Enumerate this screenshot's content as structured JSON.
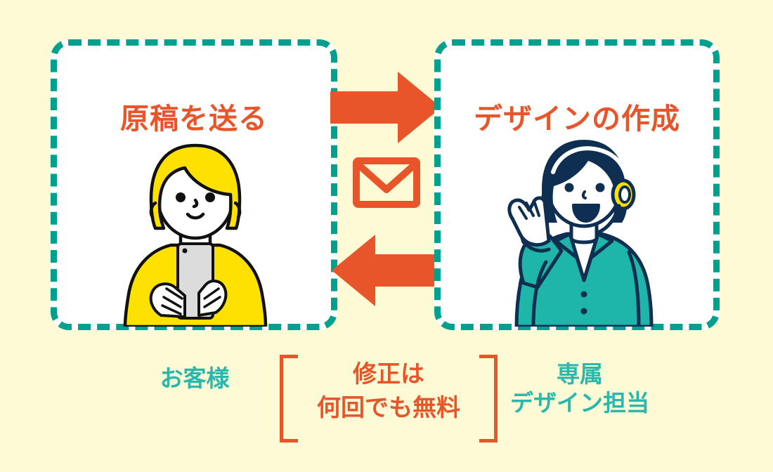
{
  "background_color": "#FCFBD5",
  "palette": {
    "teal": "#00A08E",
    "teal_text": "#2BB7AC",
    "orange": "#E8552A",
    "yellow": "#FFE100",
    "navy": "#0E2F52",
    "white": "#FFFFFF"
  },
  "panels": [
    {
      "id": "send-manuscript",
      "title": "原稿を送る",
      "border_color": "#00A08E",
      "title_color": "#E8552A",
      "illustration": "customer-woman-with-smartphone"
    },
    {
      "id": "create-design",
      "title": "デザインの作成",
      "border_color": "#00A08E",
      "title_color": "#E8552A",
      "illustration": "designer-woman-with-headset"
    }
  ],
  "center": {
    "arrow_forward": "arrow-right",
    "mail_icon": "envelope-icon",
    "arrow_back": "arrow-left",
    "color": "#E8552A"
  },
  "captions": {
    "left": "お客様",
    "right_line1": "専属",
    "right_line2": "デザイン担当",
    "color": "#2BB7AC"
  },
  "note": {
    "line1": "修正は",
    "line2": "何回でも無料",
    "bracket_color": "#E8552A",
    "text_color": "#E8552A"
  }
}
